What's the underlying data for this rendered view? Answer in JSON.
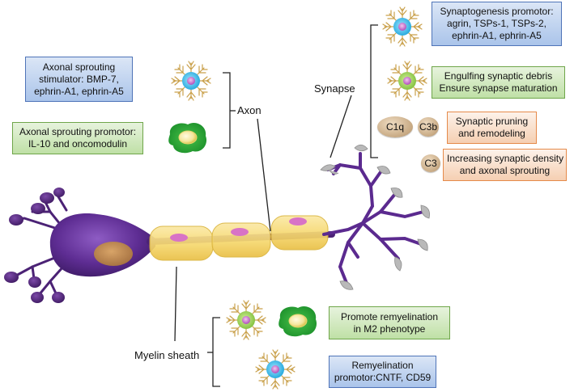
{
  "labels": {
    "axon": "Axon",
    "synapse": "Synapse",
    "myelin_sheath": "Myelin sheath"
  },
  "boxes": {
    "axonal_stimulator": [
      "Axonal sprouting",
      "stimulator: BMP-7,",
      "ephrin-A1, ephrin-A5"
    ],
    "axonal_promotor": [
      "Axonal sprouting promotor:",
      "IL-10 and oncomodulin"
    ],
    "synaptogenesis": [
      "Synaptogenesis promotor:",
      "agrin, TSPs-1, TSPs-2,",
      "ephrin-A1, ephrin-A5"
    ],
    "engulfing": [
      "Engulfing synaptic debris",
      "Ensure synapse maturation"
    ],
    "pruning": [
      "Synaptic pruning",
      "and remodeling"
    ],
    "density": [
      "Increasing synaptic density",
      "and axonal sprouting"
    ],
    "remyelination_m2": [
      "Promote remyelination",
      "in M2 phenotype"
    ],
    "remyelination_promotor": [
      "Remyelination",
      "promotor:CNTF, CD59"
    ]
  },
  "complement": {
    "c1q": "C1q",
    "c3b": "C3b",
    "c3": "C3"
  },
  "icons": {
    "astrocyte": "astrocyte-icon",
    "microglia": "microglia-icon",
    "macrophage": "macrophage-icon",
    "oligodendrocyte": "oligodendrocyte-icon",
    "neuron": "neuron-icon"
  },
  "colors": {
    "neuron": "#5b2a8f",
    "myelin": "#f5d76e",
    "box_blue": "#aac4ea",
    "box_green": "#bfe0a6",
    "box_orange": "#f5cfb2"
  }
}
